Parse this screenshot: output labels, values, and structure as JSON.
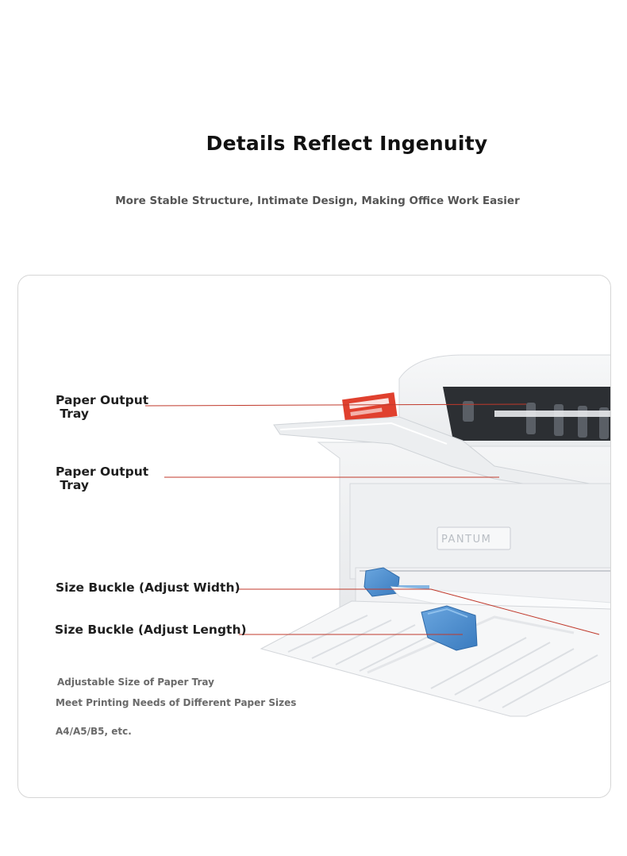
{
  "header": {
    "title": "Details Reflect Ingenuity",
    "subtitle": "More Stable Structure, Intimate Design, Making Office Work Easier"
  },
  "callouts": {
    "paper_output_tray_1": "Paper Output\n Tray",
    "paper_output_tray_2": "Paper Output\n Tray",
    "size_buckle_width": "Size Buckle (Adjust Width)",
    "size_buckle_length": "Size Buckle (Adjust Length)"
  },
  "notes": {
    "line1": "Adjustable Size of Paper Tray",
    "line2": "Meet Printing Needs of Different Paper Sizes",
    "line3": "A4/A5/B5, etc."
  },
  "product": {
    "brand": "PANTUM"
  },
  "colors": {
    "callout_line": "#c0392b",
    "buckle_blue": "#4a8fd1",
    "sticker_red": "#e0402e"
  }
}
